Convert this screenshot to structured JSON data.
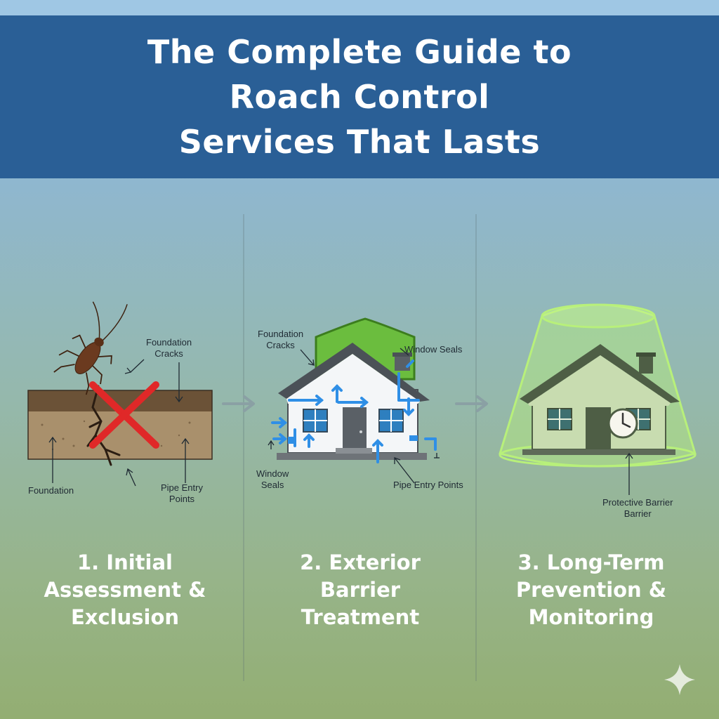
{
  "title": {
    "line1": "The Complete Guide to",
    "line2": "Roach Control",
    "line3": "Services That Lasts"
  },
  "steps": [
    {
      "label_lines": [
        "1. Initial",
        "Assessment &",
        "Exclusion"
      ],
      "callouts": {
        "foundation_cracks": [
          "Foundation",
          "Cracks"
        ],
        "foundation": "Foundation",
        "pipe_entry_points": [
          "Pipe Entry",
          "Points"
        ]
      }
    },
    {
      "label_lines": [
        "2. Exterior",
        "Barrier",
        "Treatment"
      ],
      "callouts": {
        "foundation_cracks": [
          "Foundation",
          "Cracks"
        ],
        "window_seals_top": "Window Seals",
        "window_seals_left": [
          "Window",
          "Seals"
        ],
        "pipe_entry_points": "Pipe Entry Points"
      }
    },
    {
      "label_lines": [
        "3. Long-Term",
        "Prevention &",
        "Monitoring"
      ],
      "callouts": {
        "protective_barrier": [
          "Protective Barrier",
          "Barrier"
        ]
      }
    }
  ],
  "colors": {
    "banner": "#2a5f96",
    "arrow_blue": "#2f8fe6",
    "shield_green": "#6bbd3e",
    "x_red": "#e02828",
    "soil_dark": "#6b5237",
    "soil_light": "#a9906c",
    "dome_green": "#b8f07a"
  },
  "icons": [
    "cockroach-icon",
    "red-x-icon",
    "shield-icon",
    "house-icon",
    "clock-icon",
    "chevron-right-icon",
    "sparkle-icon"
  ]
}
